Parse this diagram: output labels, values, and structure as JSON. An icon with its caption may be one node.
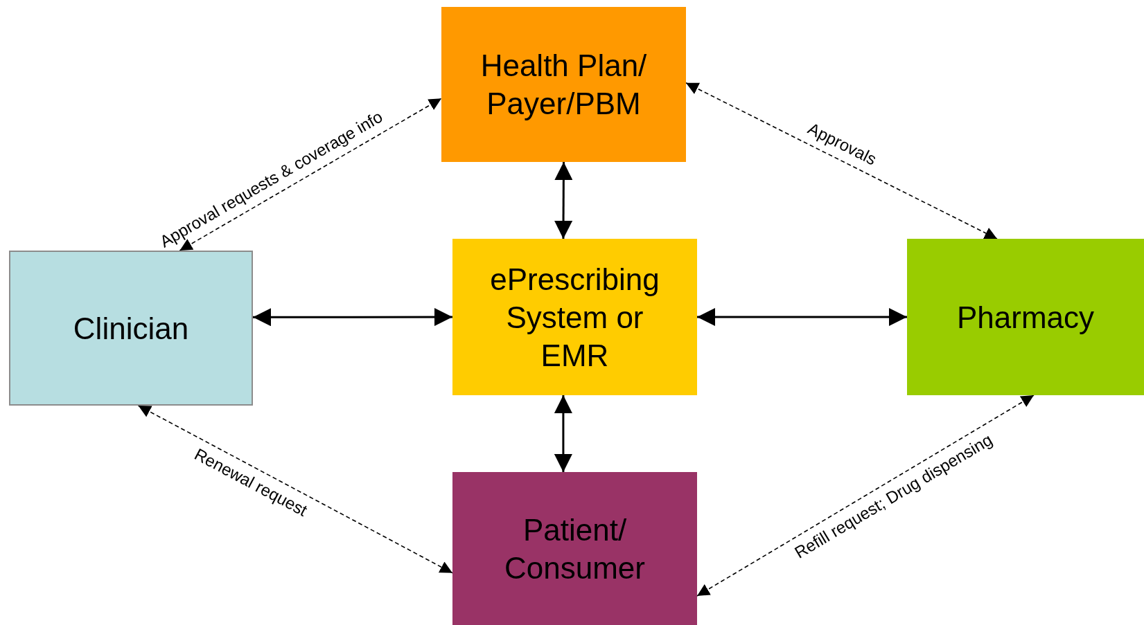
{
  "diagram": {
    "nodes": [
      {
        "text": [
          "Health Plan/ Payer/PBM"
        ]
      },
      {
        "text": [
          "Clinician"
        ]
      },
      {
        "text": [
          "ePrescribing System or EMR"
        ]
      },
      {
        "text": [
          "Pharmacy"
        ]
      },
      {
        "text": [
          "Patient/ Consumer"
        ]
      }
    ],
    "edges": [
      {
        "from": 0,
        "to": 2,
        "arrow": "both"
      },
      {
        "from": 1,
        "to": 2,
        "arrow": "both"
      },
      {
        "from": 2,
        "to": 3,
        "arrow": "both"
      },
      {
        "from": 2,
        "to": 4,
        "arrow": "both"
      },
      {
        "from": 1,
        "to": 0,
        "arrow": "both",
        "style": "dashed",
        "label": "Approval requests & coverage info"
      },
      {
        "from": 0,
        "to": 3,
        "arrow": "both",
        "style": "dashed",
        "label": "Approvals"
      },
      {
        "from": 1,
        "to": 4,
        "arrow": "both",
        "style": "dashed",
        "label": "Renewal request"
      },
      {
        "from": 4,
        "to": 3,
        "arrow": "both",
        "style": "dashed",
        "label": "Refill request; Drug dispensing"
      }
    ]
  }
}
